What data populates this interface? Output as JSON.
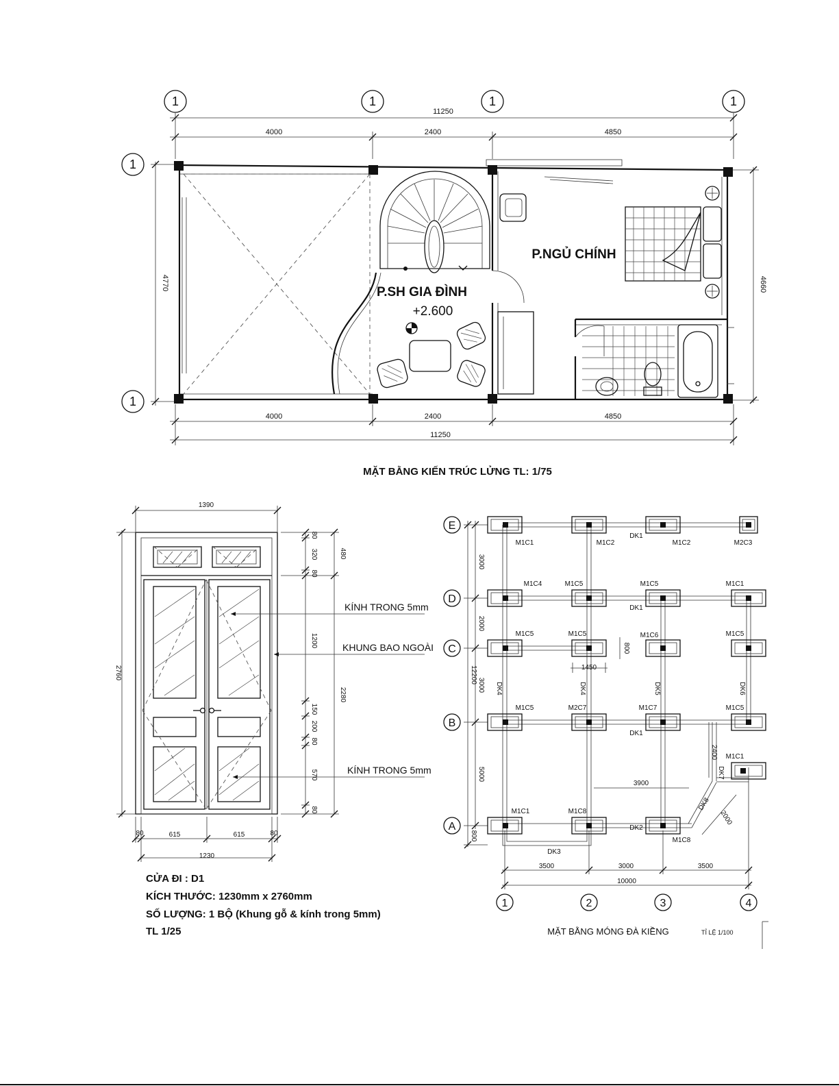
{
  "plan": {
    "axis_top": [
      "1",
      "1",
      "1",
      "1"
    ],
    "axis_left": [
      "1",
      "1"
    ],
    "dim_total": "11250",
    "dim_segments": [
      "4000",
      "2400",
      "4850"
    ],
    "dim_left": "4770",
    "dim_right": "4660",
    "room_bedroom": "P.NGỦ CHÍNH",
    "room_family": "P.SH GIA ĐÌNH",
    "level": "+2.600",
    "caption": "MẶT BẰNG KIẾN TRÚC LỬNG   TL: 1/75"
  },
  "door": {
    "width_total": "1390",
    "height_total": "2760",
    "right_dims": [
      "80",
      "320",
      "80",
      "1200",
      "150",
      "200",
      "80",
      "570",
      "80"
    ],
    "right_outer": [
      "480",
      "2280"
    ],
    "bottom_dims": [
      "80",
      "615",
      "615",
      "80"
    ],
    "bottom_total": "1230",
    "notes": [
      "KÍNH TRONG 5mm",
      "KHUNG BAO NGOÀI",
      "KÍNH TRONG 5mm"
    ],
    "title": "CỬA ĐI : D1",
    "size": "KÍCH THƯỚC: 1230mm x 2760mm",
    "qty": "SỐ LƯỢNG: 1 BỘ (Khung gỗ & kính trong 5mm)",
    "scale": "TL 1/25"
  },
  "foundation": {
    "axes_rows": [
      "E",
      "D",
      "C",
      "B",
      "A"
    ],
    "axes_cols": [
      "1",
      "2",
      "3",
      "4"
    ],
    "left_dims": [
      "3000",
      "2000",
      "3000",
      "5000",
      "800"
    ],
    "left_total": "12200",
    "bottom_dims": [
      "3500",
      "3000",
      "3500"
    ],
    "bottom_total": "10000",
    "footing_labels": {
      "E": [
        "M1C1",
        "M1C2",
        "M1C2",
        "M2C3"
      ],
      "D": [
        "M1C4",
        "M1C5",
        "M1C5",
        "M1C1"
      ],
      "C": [
        "M1C5",
        "M1C5",
        "M1C6",
        "M1C5"
      ],
      "B": [
        "M1C5",
        "M2C7",
        "M1C7",
        "M1C5"
      ],
      "A": [
        "M1C1",
        "M1C8",
        "M1C8"
      ],
      "extra": "M1C1"
    },
    "beams": {
      "dk1": "DK1",
      "dk2": "DK2",
      "dk3": "DK3",
      "dk4": "DK4",
      "dk5": "DK5",
      "dk6": "DK6",
      "dk7": "DK7",
      "dk8": "DK8"
    },
    "extra_dims": [
      "1450",
      "800",
      "2400",
      "3900",
      "2000"
    ],
    "caption": "MẶT BẰNG MÓNG ĐÀ KIỀNG",
    "caption_scale": "TỈ LỆ 1/100"
  }
}
